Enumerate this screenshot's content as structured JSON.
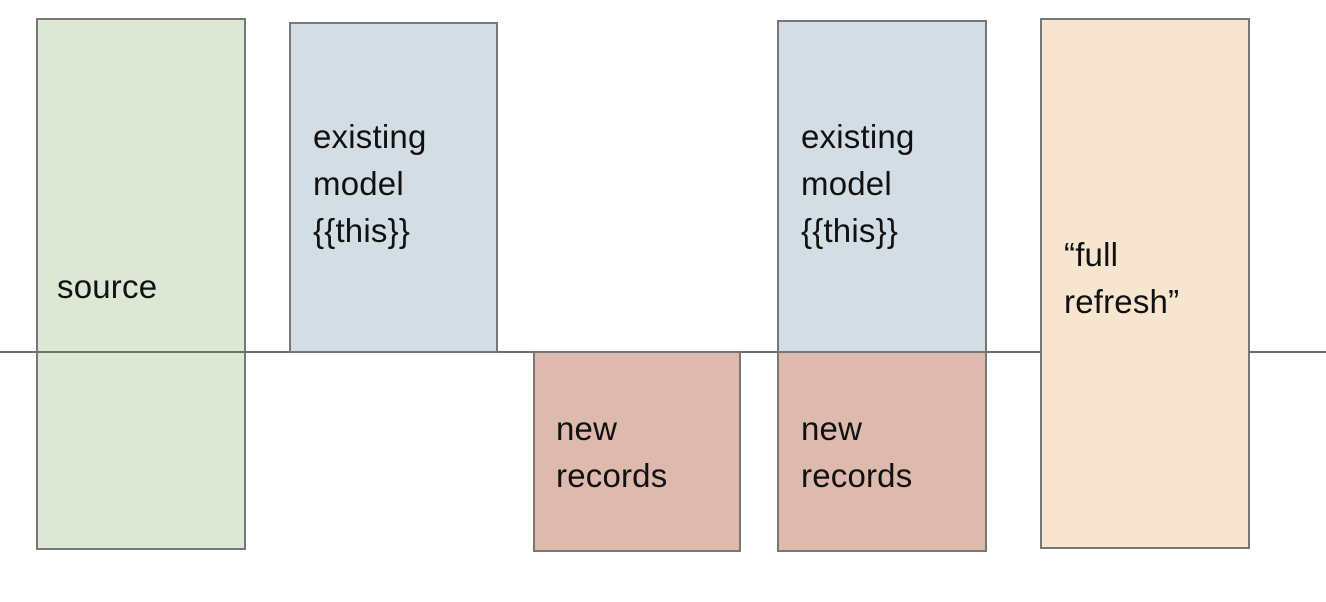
{
  "diagram": {
    "description": "incremental model boxes diagram",
    "border_color": "#777777",
    "text_color": "#111111",
    "divider_line": {
      "color": "#6e6e6e",
      "orientation": "horizontal"
    },
    "boxes": [
      {
        "name": "source",
        "label": "source",
        "fill": "#dce8d4",
        "position": "left, crosses divider line"
      },
      {
        "name": "existing-model-1",
        "label": "existing\nmodel\n{{this}}",
        "fill": "#d2dee3",
        "position": "above divider line"
      },
      {
        "name": "new-records-1",
        "label": "new\nrecords",
        "fill": "#ddb9ae",
        "position": "below divider line"
      },
      {
        "name": "existing-model-2",
        "label": "existing\nmodel\n{{this}}",
        "fill": "#d2dee3",
        "position": "above divider line"
      },
      {
        "name": "new-records-2",
        "label": "new\nrecords",
        "fill": "#ddb9ae",
        "position": "below divider line, directly under existing-model-2"
      },
      {
        "name": "full-refresh",
        "label": "“full\nrefresh”",
        "fill": "#f8e5d0",
        "position": "right, crosses divider line"
      }
    ]
  }
}
